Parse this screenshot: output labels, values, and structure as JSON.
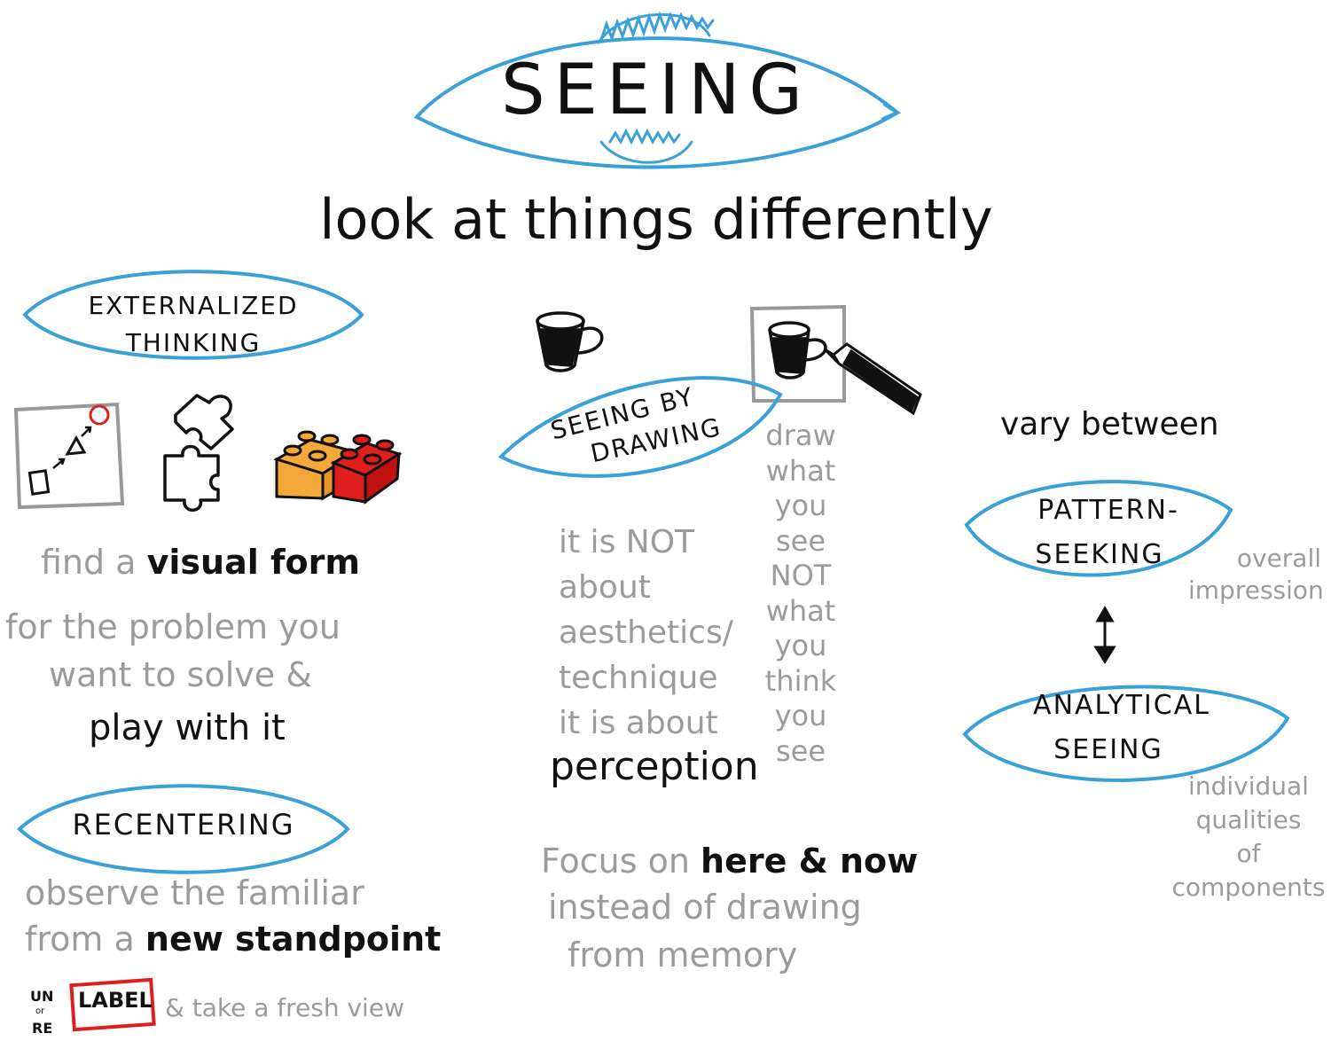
{
  "colors": {
    "accent_blue": "#3aa0d8",
    "ink": "#111111",
    "grey_text": "#9b9b9b",
    "red": "#e01e1e",
    "orange": "#f5a83a",
    "frame_grey": "#999999"
  },
  "title": "SEEING",
  "subtitle": "look at things differently",
  "externalized": {
    "label_line1": "EXTERNALIZED",
    "label_line2": "THINKING",
    "find_grey": "find a",
    "find_bold": "visual form",
    "line2": "for the problem you",
    "line3": "want to solve &",
    "line4": "play with it"
  },
  "recentering": {
    "label": "RECENTERING",
    "line1": "observe the familiar",
    "line2_grey": "from a",
    "line2_bold": "new standpoint",
    "un": "UN",
    "or": "or",
    "re": "RE",
    "label_box": "LABEL",
    "fresh": "& take a fresh view"
  },
  "drawing": {
    "label_line1": "SEEING BY",
    "label_line2": "DRAWING",
    "not_about": [
      "it is NOT",
      "about",
      "aesthetics/",
      "technique",
      "it is about"
    ],
    "perception": "perception",
    "draw_what": [
      "draw",
      "what",
      "you",
      "see",
      "NOT",
      "what",
      "you",
      "think",
      "you",
      "see"
    ],
    "focus_grey": "Focus on",
    "focus_bold": "here & now",
    "focus_line2": "instead of drawing",
    "focus_line3": "from memory"
  },
  "vary": {
    "heading": "vary between",
    "pattern_line1": "PATTERN-",
    "pattern_line2": "SEEKING",
    "overall": [
      "overall",
      "impression"
    ],
    "analytical_line1": "ANALYTICAL",
    "analytical_line2": "SEEING",
    "individual": [
      "individual",
      "qualities",
      "of",
      "components"
    ]
  }
}
